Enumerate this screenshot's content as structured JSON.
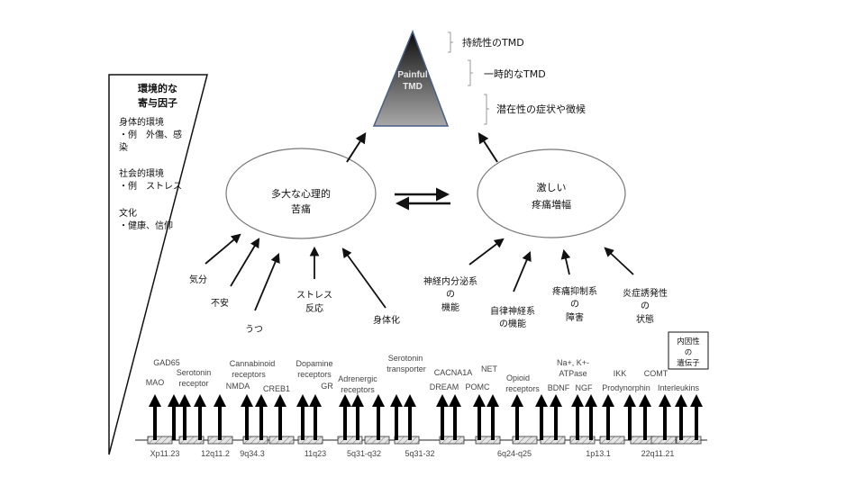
{
  "triangle": {
    "label_lines": [
      "Painful",
      "TMD"
    ],
    "levels": [
      "持続性のTMD",
      "一時的なTMD",
      "潜在性の症状や徴候"
    ]
  },
  "environment": {
    "title_lines": [
      "環境的な",
      "寄与因子"
    ],
    "groups": [
      {
        "lines": [
          "身体的環境",
          "・例　外傷、感",
          "染"
        ]
      },
      {
        "lines": [
          "社会的環境",
          "・例　ストレス"
        ]
      },
      {
        "lines": [
          "文化",
          "・健康、信仰"
        ]
      }
    ]
  },
  "ellipses": {
    "left": {
      "lines": [
        "多大な心理的",
        "苦痛"
      ]
    },
    "right": {
      "lines": [
        "激しい",
        "疼痛増幅"
      ]
    }
  },
  "psych_factors": [
    {
      "lines": [
        "気分"
      ]
    },
    {
      "lines": [
        "不安"
      ]
    },
    {
      "lines": [
        "うつ"
      ]
    },
    {
      "lines": [
        "ストレス",
        "反応"
      ]
    },
    {
      "lines": [
        "身体化"
      ]
    }
  ],
  "pain_factors": [
    {
      "lines": [
        "神経内分泌系",
        "の",
        "機能"
      ]
    },
    {
      "lines": [
        "自律神経系",
        "の機能"
      ]
    },
    {
      "lines": [
        "疼痛抑制系",
        "の",
        "障害"
      ]
    },
    {
      "lines": [
        "炎症誘発性",
        "の",
        "状態"
      ]
    }
  ],
  "genes_box": {
    "lines": [
      "内因性",
      "の",
      "遺伝子"
    ]
  },
  "gene_labels": [
    {
      "lines": [
        "MAO"
      ]
    },
    {
      "lines": [
        "GAD65"
      ]
    },
    {
      "lines": [
        "Serotonin",
        "receptor"
      ]
    },
    {
      "lines": [
        "NMDA"
      ]
    },
    {
      "lines": [
        "Cannabinoid",
        "receptors"
      ]
    },
    {
      "lines": [
        "CREB1"
      ]
    },
    {
      "lines": [
        "Dopamine",
        "receptors"
      ]
    },
    {
      "lines": [
        "GR"
      ]
    },
    {
      "lines": [
        "Adrenergic",
        "receptors"
      ]
    },
    {
      "lines": [
        "Serotonin",
        "transporter"
      ]
    },
    {
      "lines": [
        "CACNA1A"
      ]
    },
    {
      "lines": [
        "DREAM"
      ]
    },
    {
      "lines": [
        "POMC"
      ]
    },
    {
      "lines": [
        "NET"
      ]
    },
    {
      "lines": [
        "Opioid",
        "receptors"
      ]
    },
    {
      "lines": [
        "BDNF"
      ]
    },
    {
      "lines": [
        "Na+, K+-",
        "ATPase"
      ]
    },
    {
      "lines": [
        "NGF"
      ]
    },
    {
      "lines": [
        "Prodynorphin"
      ]
    },
    {
      "lines": [
        "IKK"
      ]
    },
    {
      "lines": [
        "COMT"
      ]
    },
    {
      "lines": [
        "Interleukins"
      ]
    }
  ],
  "loci": [
    "Xp11.23",
    "12q11.2",
    "9q34.3",
    "11q23",
    "5q31-q32",
    "5q31-32",
    "6q24-q25",
    "1p13.1",
    "22q11.21"
  ]
}
